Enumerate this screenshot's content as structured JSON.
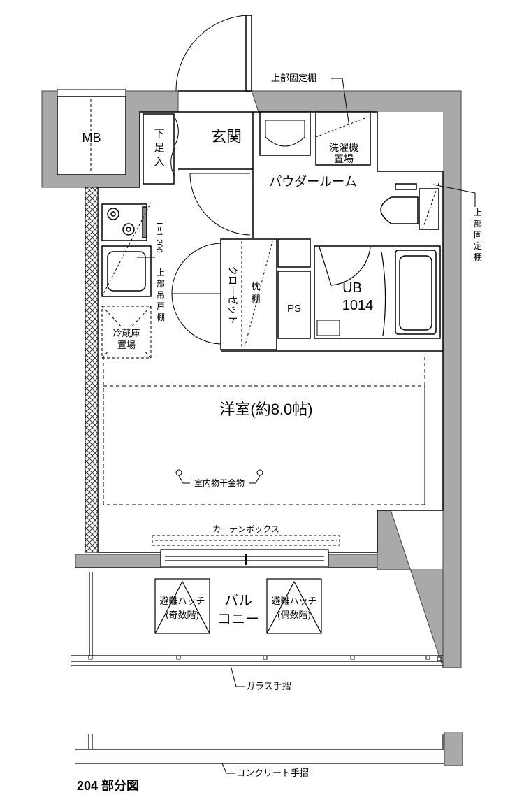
{
  "labels": {
    "mb": "MB",
    "genkan": "玄関",
    "shoe": [
      "下",
      "足",
      "入"
    ],
    "shelf_top": "上部固定棚",
    "washer": [
      "洗濯機",
      "置場"
    ],
    "powder_room": "パウダールーム",
    "shelf_right": [
      "上",
      "部",
      "固",
      "定",
      "棚"
    ],
    "kitchen_len": "L=1,200",
    "upper_cabinet": [
      "上",
      "部",
      "吊",
      "戸",
      "棚"
    ],
    "fridge": [
      "冷蔵庫",
      "置場"
    ],
    "closet": "クローゼット",
    "pillow_shelf": [
      "枕",
      "棚"
    ],
    "ps": "PS",
    "ub": [
      "UB",
      "1014"
    ],
    "room": "洋室(約8.0帖)",
    "drying": "室内物干金物",
    "curtain": "カーテンボックス",
    "hatch_odd": [
      "避難ハッチ",
      "(奇数階)"
    ],
    "hatch_even": [
      "避難ハッチ",
      "(偶数階)"
    ],
    "balcony": [
      "バル",
      "コニー"
    ],
    "glass_rail": "ガラス手摺",
    "concrete_rail": "コンクリート手摺",
    "title": "204 部分図"
  }
}
